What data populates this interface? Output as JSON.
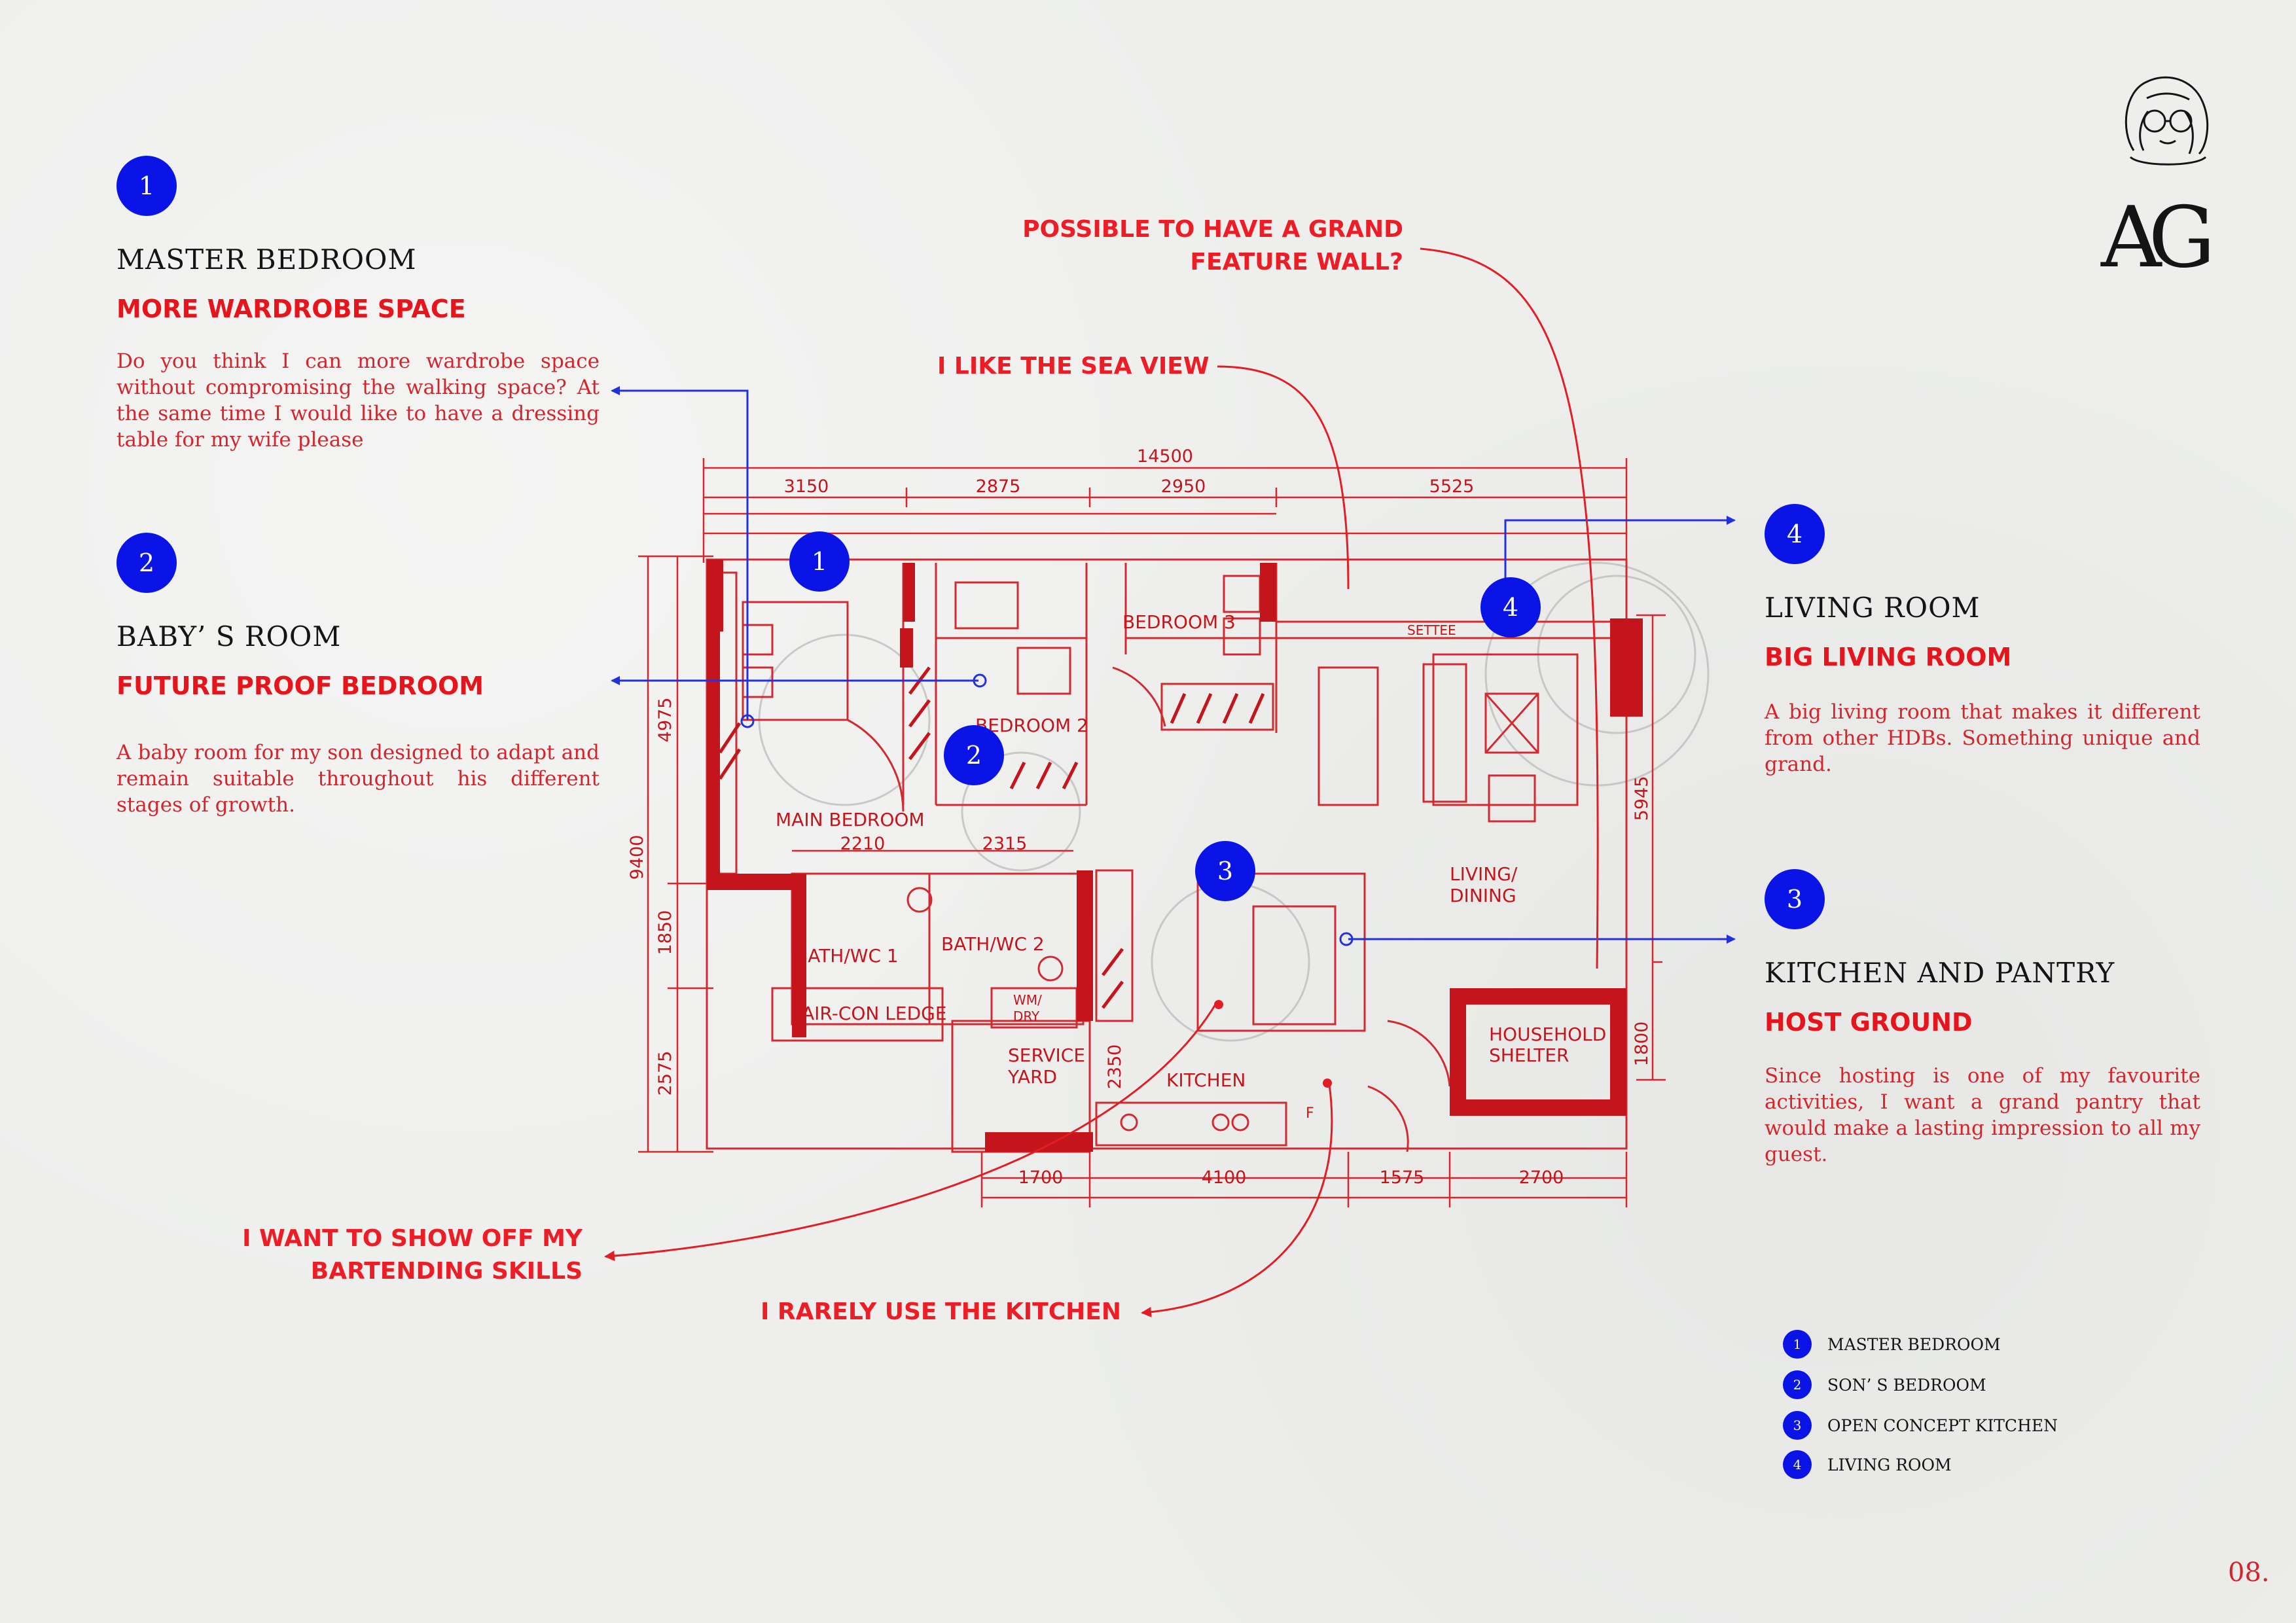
{
  "brand": {
    "monogram": "AG",
    "page_number": "08."
  },
  "sections": [
    {
      "num": "1",
      "title": "MASTER BEDROOM",
      "subtitle": "MORE WARDROBE SPACE",
      "body": "Do you think I can more wardrobe space without compromising the walking space? At the same time I would like to have a dressing table for my wife please"
    },
    {
      "num": "2",
      "title": "BABY’ S ROOM",
      "subtitle": "FUTURE PROOF BEDROOM",
      "body": "A baby room for my son designed to adapt and remain suitable throughout his different stages of growth."
    },
    {
      "num": "4",
      "title": "LIVING ROOM",
      "subtitle": "BIG LIVING ROOM",
      "body": "A big living room that makes it different from other HDBs. Something unique and grand."
    },
    {
      "num": "3",
      "title": "KITCHEN AND PANTRY",
      "subtitle": "HOST GROUND",
      "body": "Since hosting is one of my favourite activities, I want a grand pantry that would make a lasting impression to all my guest."
    }
  ],
  "callouts": {
    "feature_wall_line1": "POSSIBLE TO HAVE A GRAND",
    "feature_wall_line2": "FEATURE WALL?",
    "sea_view": "I LIKE THE SEA VIEW",
    "bartending_line1": "I WANT TO SHOW OFF MY",
    "bartending_line2": "BARTENDING SKILLS",
    "kitchen": "I RARELY USE THE KITCHEN"
  },
  "plan": {
    "markers": [
      "1",
      "2",
      "3",
      "4"
    ],
    "dims": {
      "overall": "14500",
      "top": [
        "3150",
        "2875",
        "2950",
        "5525"
      ],
      "bottom": [
        "1700",
        "4100",
        "1575",
        "2700"
      ],
      "left_total": "9400",
      "left": [
        "4975",
        "1850",
        "2575"
      ],
      "right": [
        "5945",
        "1800"
      ],
      "inner": [
        "2210",
        "2315"
      ],
      "yard": "2350"
    },
    "rooms": {
      "main_bedroom": "MAIN BEDROOM",
      "bedroom2": "BEDROOM 2",
      "bedroom3": "BEDROOM 3",
      "living_line1": "LIVING/",
      "living_line2": "DINING",
      "bath1": "BATH/WC 1",
      "bath2": "BATH/WC 2",
      "aircon": "AIR-CON LEDGE",
      "wm_line1": "WM/",
      "wm_line2": "DRY",
      "service_line1": "SERVICE",
      "service_line2": "YARD",
      "kitchen": "KITCHEN",
      "shelter_line1": "HOUSEHOLD",
      "shelter_line2": "SHELTER",
      "settee": "SETTEE",
      "fridge": "F"
    }
  },
  "legend": [
    {
      "num": "1",
      "label": "MASTER BEDROOM"
    },
    {
      "num": "2",
      "label": "SON’ S BEDROOM"
    },
    {
      "num": "3",
      "label": "OPEN CONCEPT KITCHEN"
    },
    {
      "num": "4",
      "label": "LIVING ROOM"
    }
  ],
  "colors": {
    "accent_red": "#e8141c",
    "marker_blue": "#0a14e6",
    "plan_red": "#c4141c"
  }
}
